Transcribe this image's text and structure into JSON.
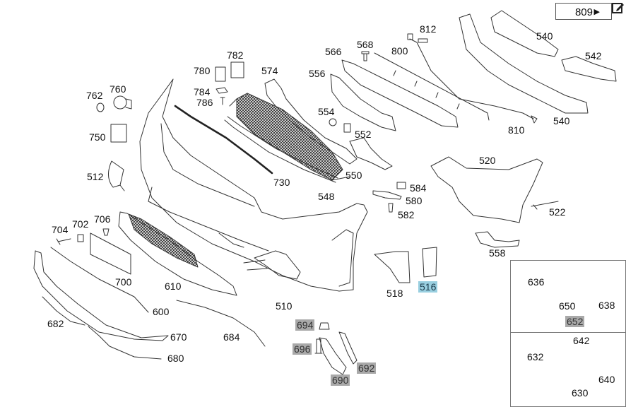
{
  "reference": {
    "page_ref": "809",
    "arrow_icon": "arrow-right-icon",
    "edit_icon": "edit-icon"
  },
  "highlight_colors": {
    "selected": "#99cfe0",
    "grayed": "#a9a9a9"
  },
  "labels": {
    "p762": "762",
    "p760": "760",
    "p750": "750",
    "p512": "512",
    "p780": "780",
    "p782": "782",
    "p784": "784",
    "p786": "786",
    "p574": "574",
    "p566": "566",
    "p568": "568",
    "p556": "556",
    "p554": "554",
    "p552": "552",
    "p550": "550",
    "p548": "548",
    "p730": "730",
    "p800": "800",
    "p812": "812",
    "p810": "810",
    "p540a": "540",
    "p540b": "540",
    "p542": "542",
    "p520": "520",
    "p522": "522",
    "p558": "558",
    "p584": "584",
    "p580": "580",
    "p582": "582",
    "p704": "704",
    "p702": "702",
    "p706": "706",
    "p700": "700",
    "p610": "610",
    "p600": "600",
    "p682": "682",
    "p670": "670",
    "p680": "680",
    "p684": "684",
    "p510": "510",
    "p518": "518",
    "p516": "516",
    "p694": "694",
    "p696": "696",
    "p690": "690",
    "p692": "692",
    "p636": "636",
    "p638": "638",
    "p650": "650",
    "p652": "652",
    "p642": "642",
    "p632": "632",
    "p640": "640",
    "p630": "630"
  }
}
